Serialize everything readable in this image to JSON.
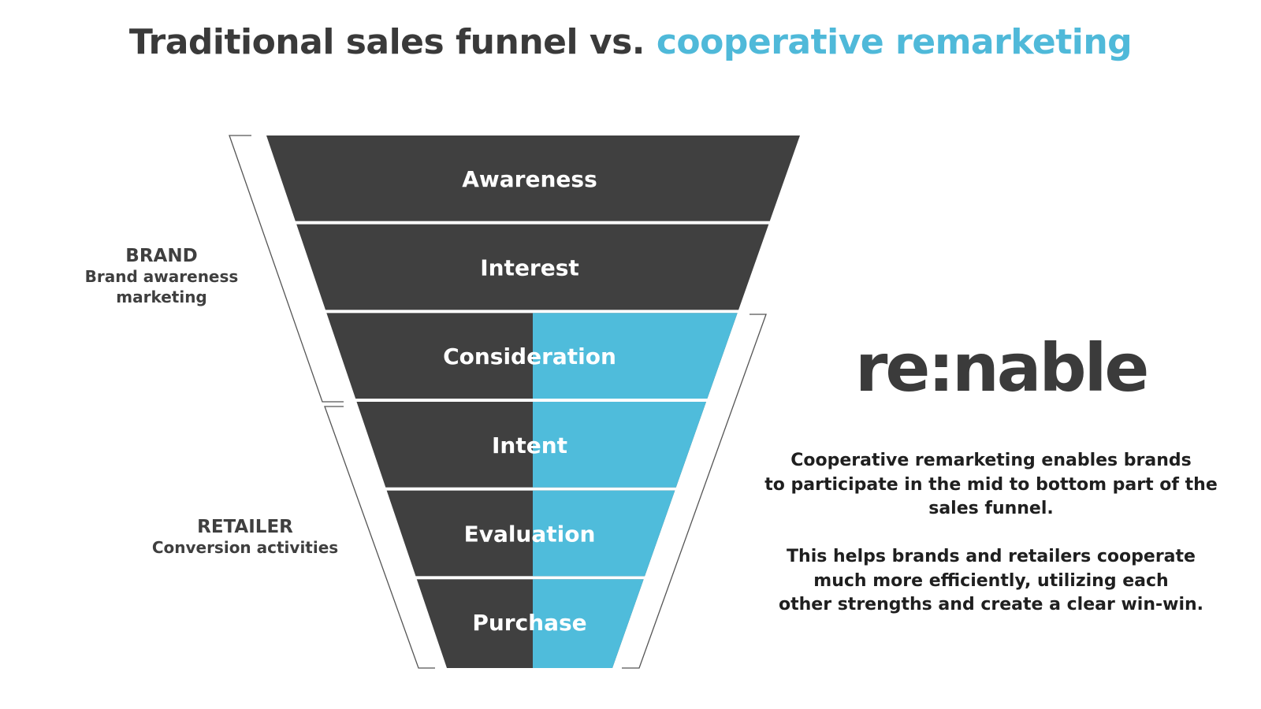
{
  "title": {
    "part1": "Traditional sales funnel vs.",
    "part2": "cooperative remarketing"
  },
  "funnel": {
    "stages": [
      {
        "label": "Awareness",
        "retailer_share": 0
      },
      {
        "label": "Interest",
        "retailer_share": 0
      },
      {
        "label": "Consideration",
        "retailer_share": 0.5
      },
      {
        "label": "Intent",
        "retailer_share": 0.5
      },
      {
        "label": "Evaluation",
        "retailer_share": 0.5
      },
      {
        "label": "Purchase",
        "retailer_share": 0.5
      }
    ],
    "colors": {
      "dark": "#404040",
      "accent": "#4fbcdb",
      "text": "#ffffff",
      "bracket": "#555555"
    }
  },
  "brand": {
    "heading": "BRAND",
    "line1": "Brand awareness",
    "line2": "marketing"
  },
  "retailer": {
    "heading": "RETAILER",
    "line1": "Conversion activities"
  },
  "logo": {
    "text": "re:nable"
  },
  "description": {
    "p1": [
      "Cooperative remarketing enables brands",
      "to participate in the mid to bottom part of the",
      "sales funnel."
    ],
    "p2": [
      "This helps brands and retailers cooperate",
      "much more efficiently, utilizing each",
      "other strengths and create a clear win-win."
    ]
  }
}
